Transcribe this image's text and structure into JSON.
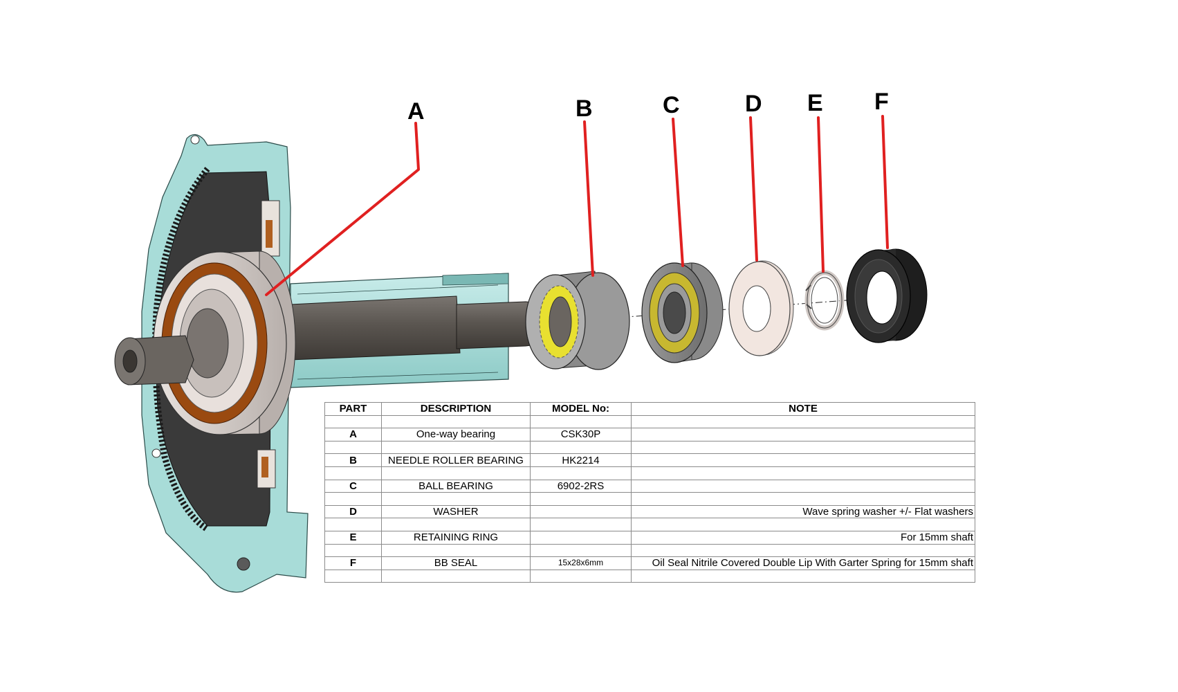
{
  "callouts": [
    {
      "letter": "A",
      "color": "#e02020"
    },
    {
      "letter": "B",
      "color": "#e02020"
    },
    {
      "letter": "C",
      "color": "#e02020"
    },
    {
      "letter": "D",
      "color": "#e02020"
    },
    {
      "letter": "E",
      "color": "#e02020"
    },
    {
      "letter": "F",
      "color": "#e02020"
    }
  ],
  "table": {
    "headers": {
      "part": "PART",
      "description": "DESCRIPTION",
      "model": "MODEL No:",
      "note": "NOTE"
    },
    "rows": [
      {
        "part": "A",
        "description": "One-way bearing",
        "model": "CSK30P",
        "note": ""
      },
      {
        "part": "B",
        "description": "NEEDLE ROLLER BEARING",
        "model": "HK2214",
        "note": ""
      },
      {
        "part": "C",
        "description": "BALL BEARING",
        "model": "6902-2RS",
        "note": ""
      },
      {
        "part": "D",
        "description": "WASHER",
        "model": "",
        "note": "Wave spring washer +/- Flat washers"
      },
      {
        "part": "E",
        "description": "RETAINING RING",
        "model": "",
        "note": "For 15mm shaft"
      },
      {
        "part": "F",
        "description": "BB SEAL",
        "model": "15x28x6mm",
        "note": "Oil Seal Nitrile Covered Double Lip With Garter Spring for 15mm shaft"
      }
    ]
  },
  "colors": {
    "housing": "#a8dcd8",
    "gear": "#3a3a3a",
    "bearing_shell": "#d8d0cc",
    "bearing_ring": "#9a4a10",
    "shaft": "#5a5550",
    "needle_roller": "#e8e030",
    "washer": "#f2e6e0",
    "seal": "#2a2a2a",
    "leader": "#e02020"
  }
}
